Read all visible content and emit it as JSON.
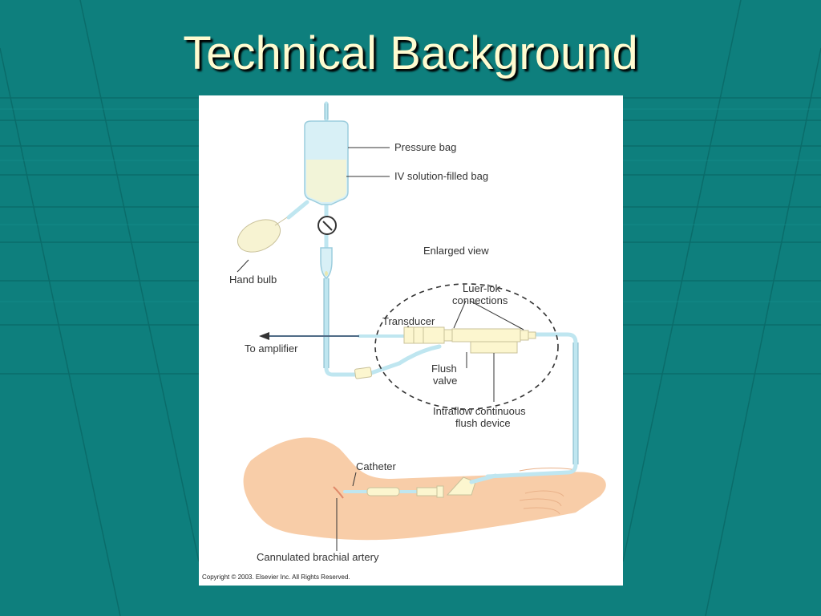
{
  "slide": {
    "title": "Technical Background"
  },
  "theme": {
    "background": "#0e7f7d",
    "title_color": "#fffbd0",
    "tube_color": "#bfe6f0",
    "device_color": "#fcf6cf",
    "skin_color": "#f8cda8"
  },
  "figure": {
    "labels": {
      "pressure_bag": "Pressure bag",
      "iv_bag": "IV solution-filled bag",
      "hand_bulb": "Hand bulb",
      "enlarged_view": "Enlarged view",
      "luer_lok_1": "Luer-lok",
      "luer_lok_2": "connections",
      "transducer": "Transducer",
      "to_amplifier": "To amplifier",
      "flush_valve_1": "Flush",
      "flush_valve_2": "valve",
      "intraflow_1": "Intraflow continuous",
      "intraflow_2": "flush device",
      "catheter": "Catheter",
      "cannulated_artery": "Cannulated brachial artery"
    },
    "copyright": "Copyright © 2003. Elsevier Inc. All Rights Reserved."
  }
}
